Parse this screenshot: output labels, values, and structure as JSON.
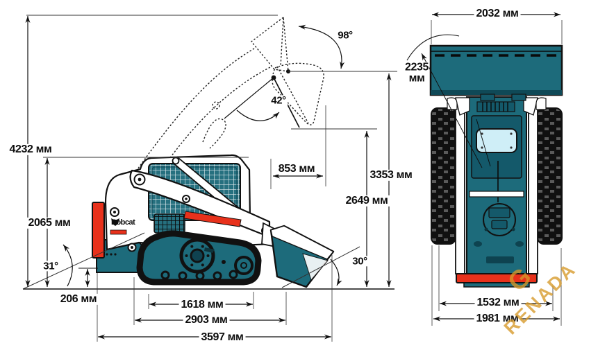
{
  "meta": {
    "description": "Bobcat compact track loader dimensional diagram, side view and top view"
  },
  "brand": {
    "name": "Bobcat"
  },
  "watermark": {
    "g": "G",
    "rest": "RENADA"
  },
  "colors": {
    "teal": "#1d6b7b",
    "teal_dark": "#14596a",
    "red": "#e8311b",
    "window_cyan": "#cfeef7",
    "gold": "#d69828",
    "ink": "#111111"
  },
  "side": {
    "height_overall": "4232 мм",
    "height_to_cab": "2065 мм",
    "ground_clearance": "206 мм",
    "track_on_ground": "1618 мм",
    "undercarriage_length": "2903 мм",
    "overall_length": "3597 мм",
    "reach_at_max_height": "853 мм",
    "hinge_pin_height": "3353 мм",
    "dump_height": "2649 мм",
    "dump_angle": "98°",
    "rollback_angle": "42°",
    "departure_angle": "31°",
    "bucket_ground_angle": "30°"
  },
  "top": {
    "bucket_width": "2032 мм",
    "clearance_circle_value": "2235",
    "clearance_circle_unit": "мм",
    "track_width": "1532 мм",
    "overall_width": "1981 мм"
  }
}
